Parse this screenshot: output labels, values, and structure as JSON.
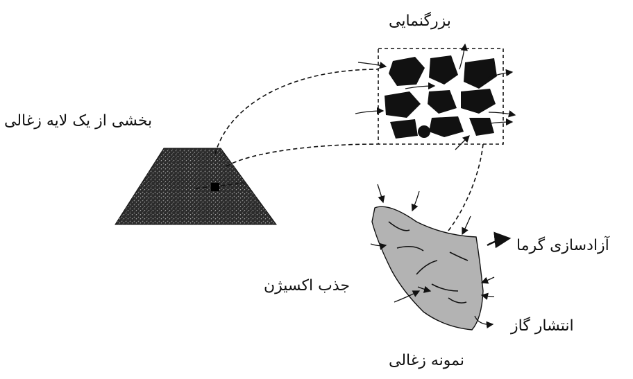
{
  "labels": {
    "magnification": "بزرگنمایی",
    "layer_section": "بخشی از یک لایه زغالی",
    "heat_release": "آزادسازی گرما",
    "oxygen_absorption": "جذب اکسیژن",
    "gas_emission": "انتشار گاز",
    "coal_sample": "نمونه زغالی"
  },
  "colors": {
    "ink": "#111111",
    "sample_fill": "#b3b3b3",
    "layer_fill": "#2b2b2b",
    "particle_fill": "#111111"
  }
}
